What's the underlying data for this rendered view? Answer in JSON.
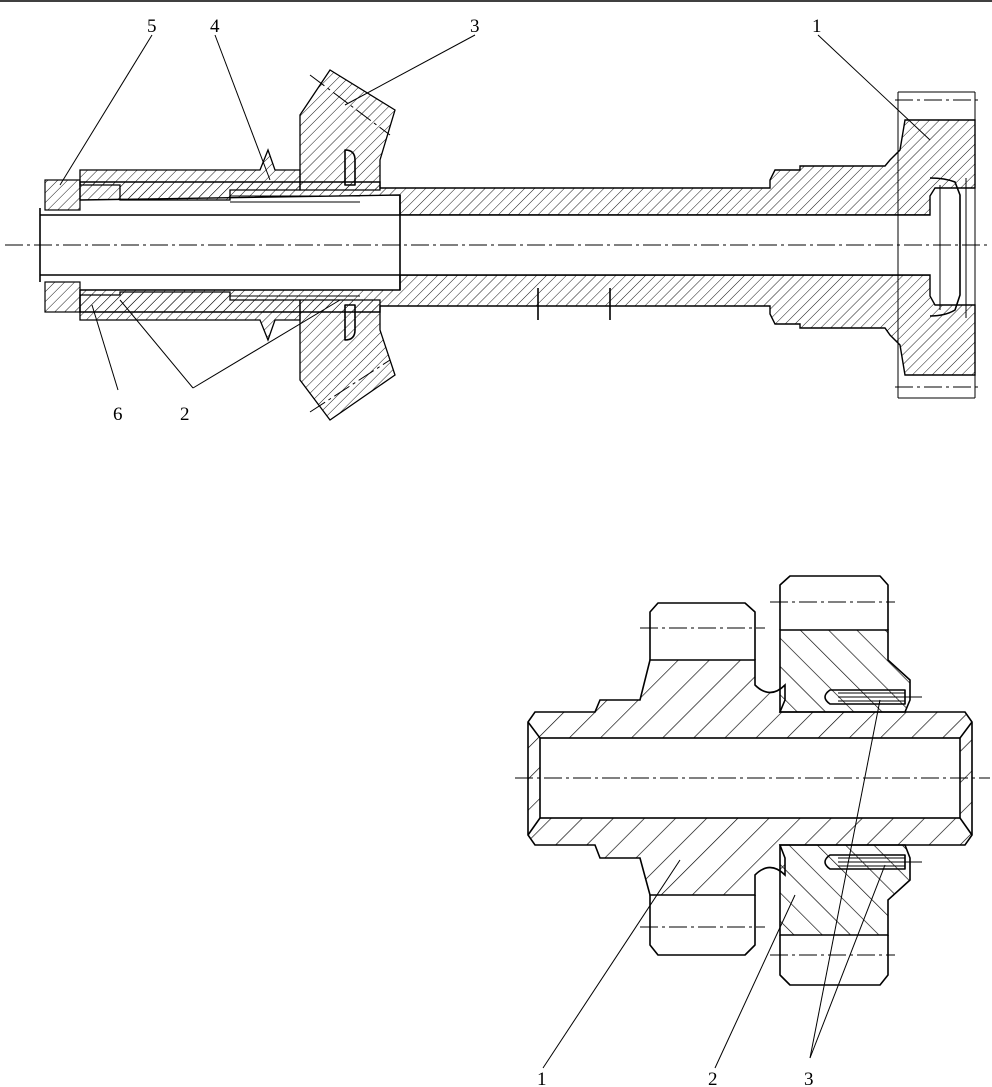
{
  "figure_top": {
    "labels": [
      "5",
      "4",
      "3",
      "1",
      "6",
      "2"
    ]
  },
  "figure_bottom": {
    "labels": [
      "1",
      "2",
      "3"
    ]
  }
}
